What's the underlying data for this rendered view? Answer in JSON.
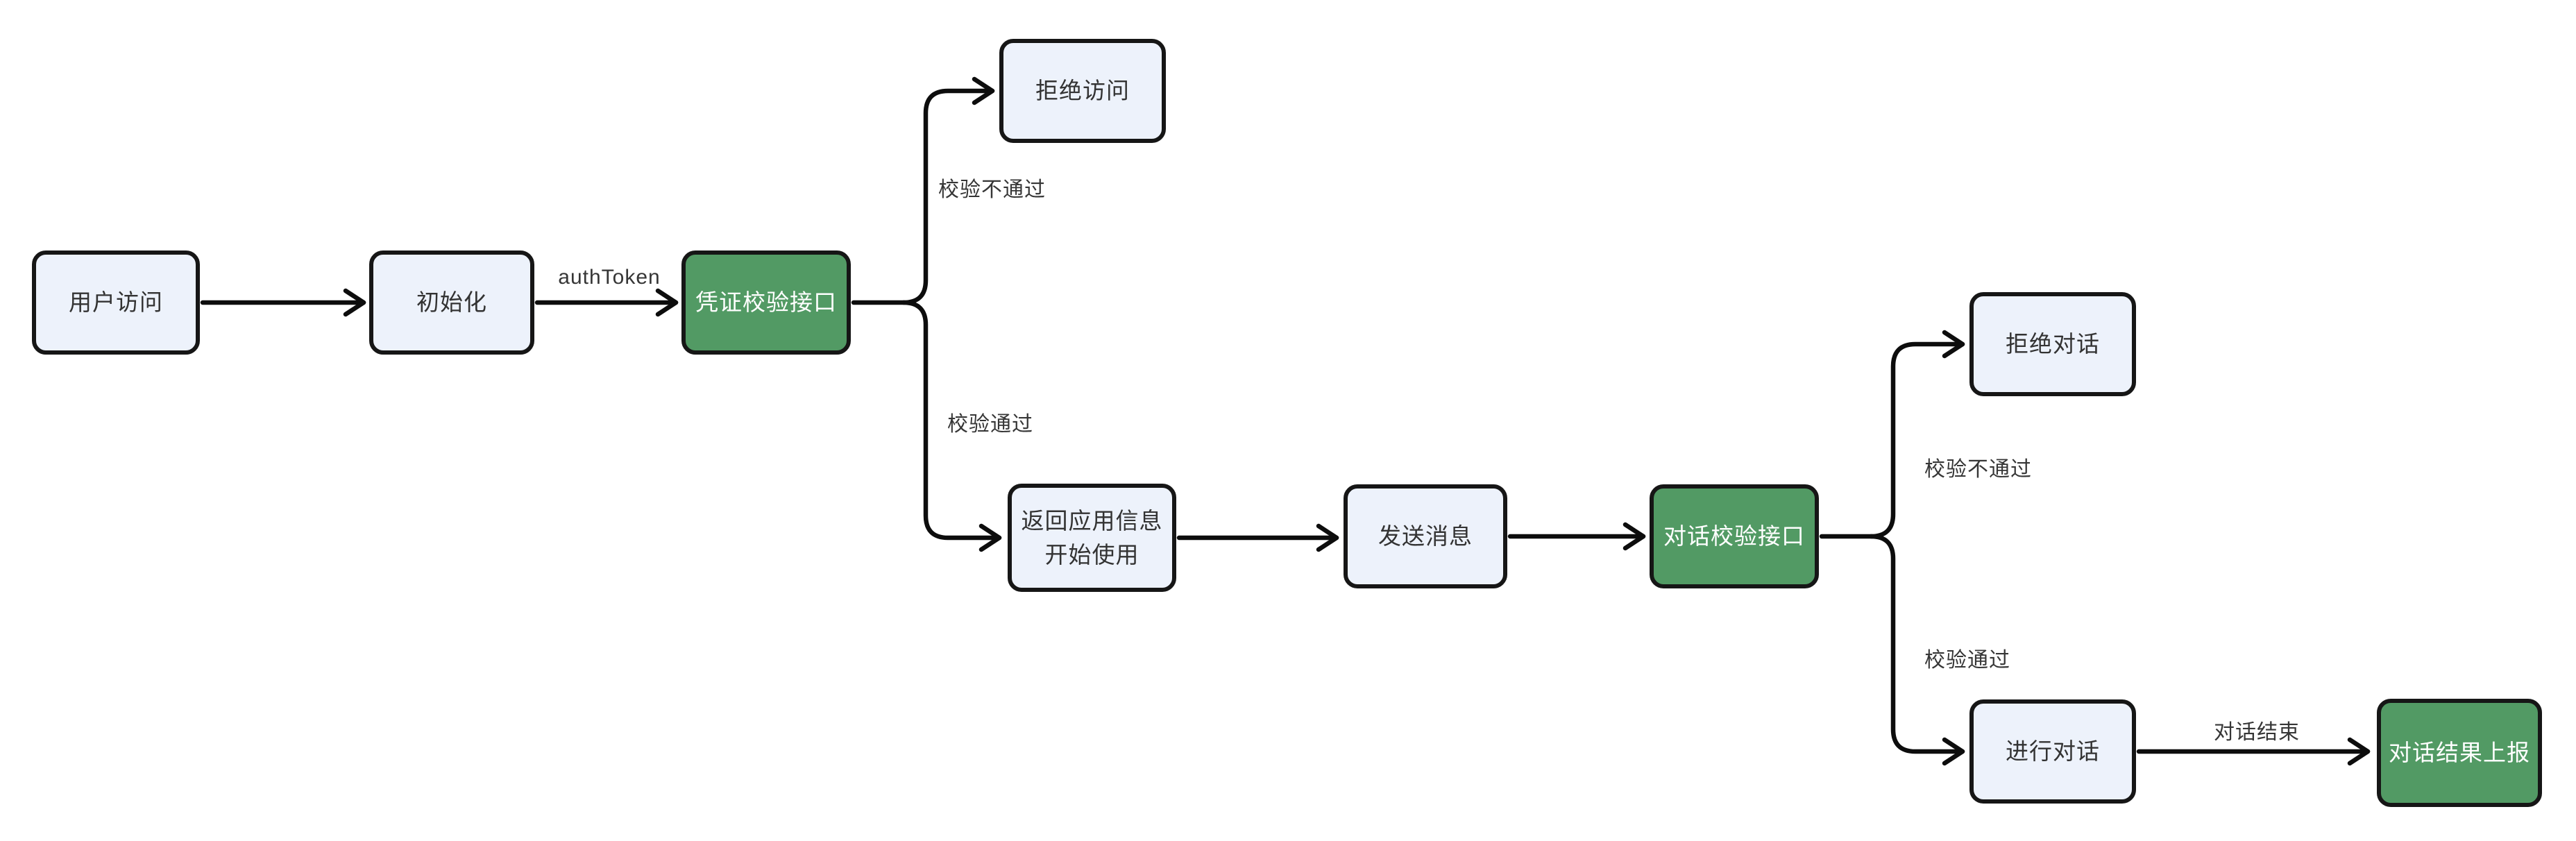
{
  "diagram": {
    "type": "flowchart",
    "background": "#ffffff",
    "description": "Authentication and dialog verification flow"
  },
  "colors": {
    "node_fill": "#edf2fb",
    "node_border": "#161616",
    "accent_fill": "#529a64",
    "accent_text": "#ffffff",
    "node_text": "#333333",
    "edge_color": "#0d0d0d",
    "edge_label_color": "#363636",
    "canvas_bg": "#ffffff"
  },
  "nodes": [
    {
      "id": "user-access",
      "label": "用户访问",
      "style": "default"
    },
    {
      "id": "init",
      "label": "初始化",
      "style": "default"
    },
    {
      "id": "cred-check",
      "label": "凭证校验接口",
      "style": "accent"
    },
    {
      "id": "deny-access",
      "label": "拒绝访问",
      "style": "default"
    },
    {
      "id": "return-info",
      "label": "返回应用信息\n开始使用",
      "style": "default"
    },
    {
      "id": "send-message",
      "label": "发送消息",
      "style": "default"
    },
    {
      "id": "dialog-check",
      "label": "对话校验接口",
      "style": "accent"
    },
    {
      "id": "deny-dialog",
      "label": "拒绝对话",
      "style": "default"
    },
    {
      "id": "do-dialog",
      "label": "进行对话",
      "style": "default"
    },
    {
      "id": "report-result",
      "label": "对话结果上报",
      "style": "accent"
    }
  ],
  "edge_labels": [
    {
      "id": "auth-token",
      "text": "authToken"
    },
    {
      "id": "check-fail-1",
      "text": "校验不通过"
    },
    {
      "id": "check-pass-1",
      "text": "校验通过"
    },
    {
      "id": "check-fail-2",
      "text": "校验不通过"
    },
    {
      "id": "check-pass-2",
      "text": "校验通过"
    },
    {
      "id": "dialog-end",
      "text": "对话结束"
    }
  ],
  "edges": [
    {
      "from": "user-access",
      "to": "init",
      "label": ""
    },
    {
      "from": "init",
      "to": "cred-check",
      "label": "authToken"
    },
    {
      "from": "cred-check",
      "to": "deny-access",
      "label": "校验不通过"
    },
    {
      "from": "cred-check",
      "to": "return-info",
      "label": "校验通过"
    },
    {
      "from": "return-info",
      "to": "send-message",
      "label": ""
    },
    {
      "from": "send-message",
      "to": "dialog-check",
      "label": ""
    },
    {
      "from": "dialog-check",
      "to": "deny-dialog",
      "label": "校验不通过"
    },
    {
      "from": "dialog-check",
      "to": "do-dialog",
      "label": "校验通过"
    },
    {
      "from": "do-dialog",
      "to": "report-result",
      "label": "对话结束"
    }
  ]
}
